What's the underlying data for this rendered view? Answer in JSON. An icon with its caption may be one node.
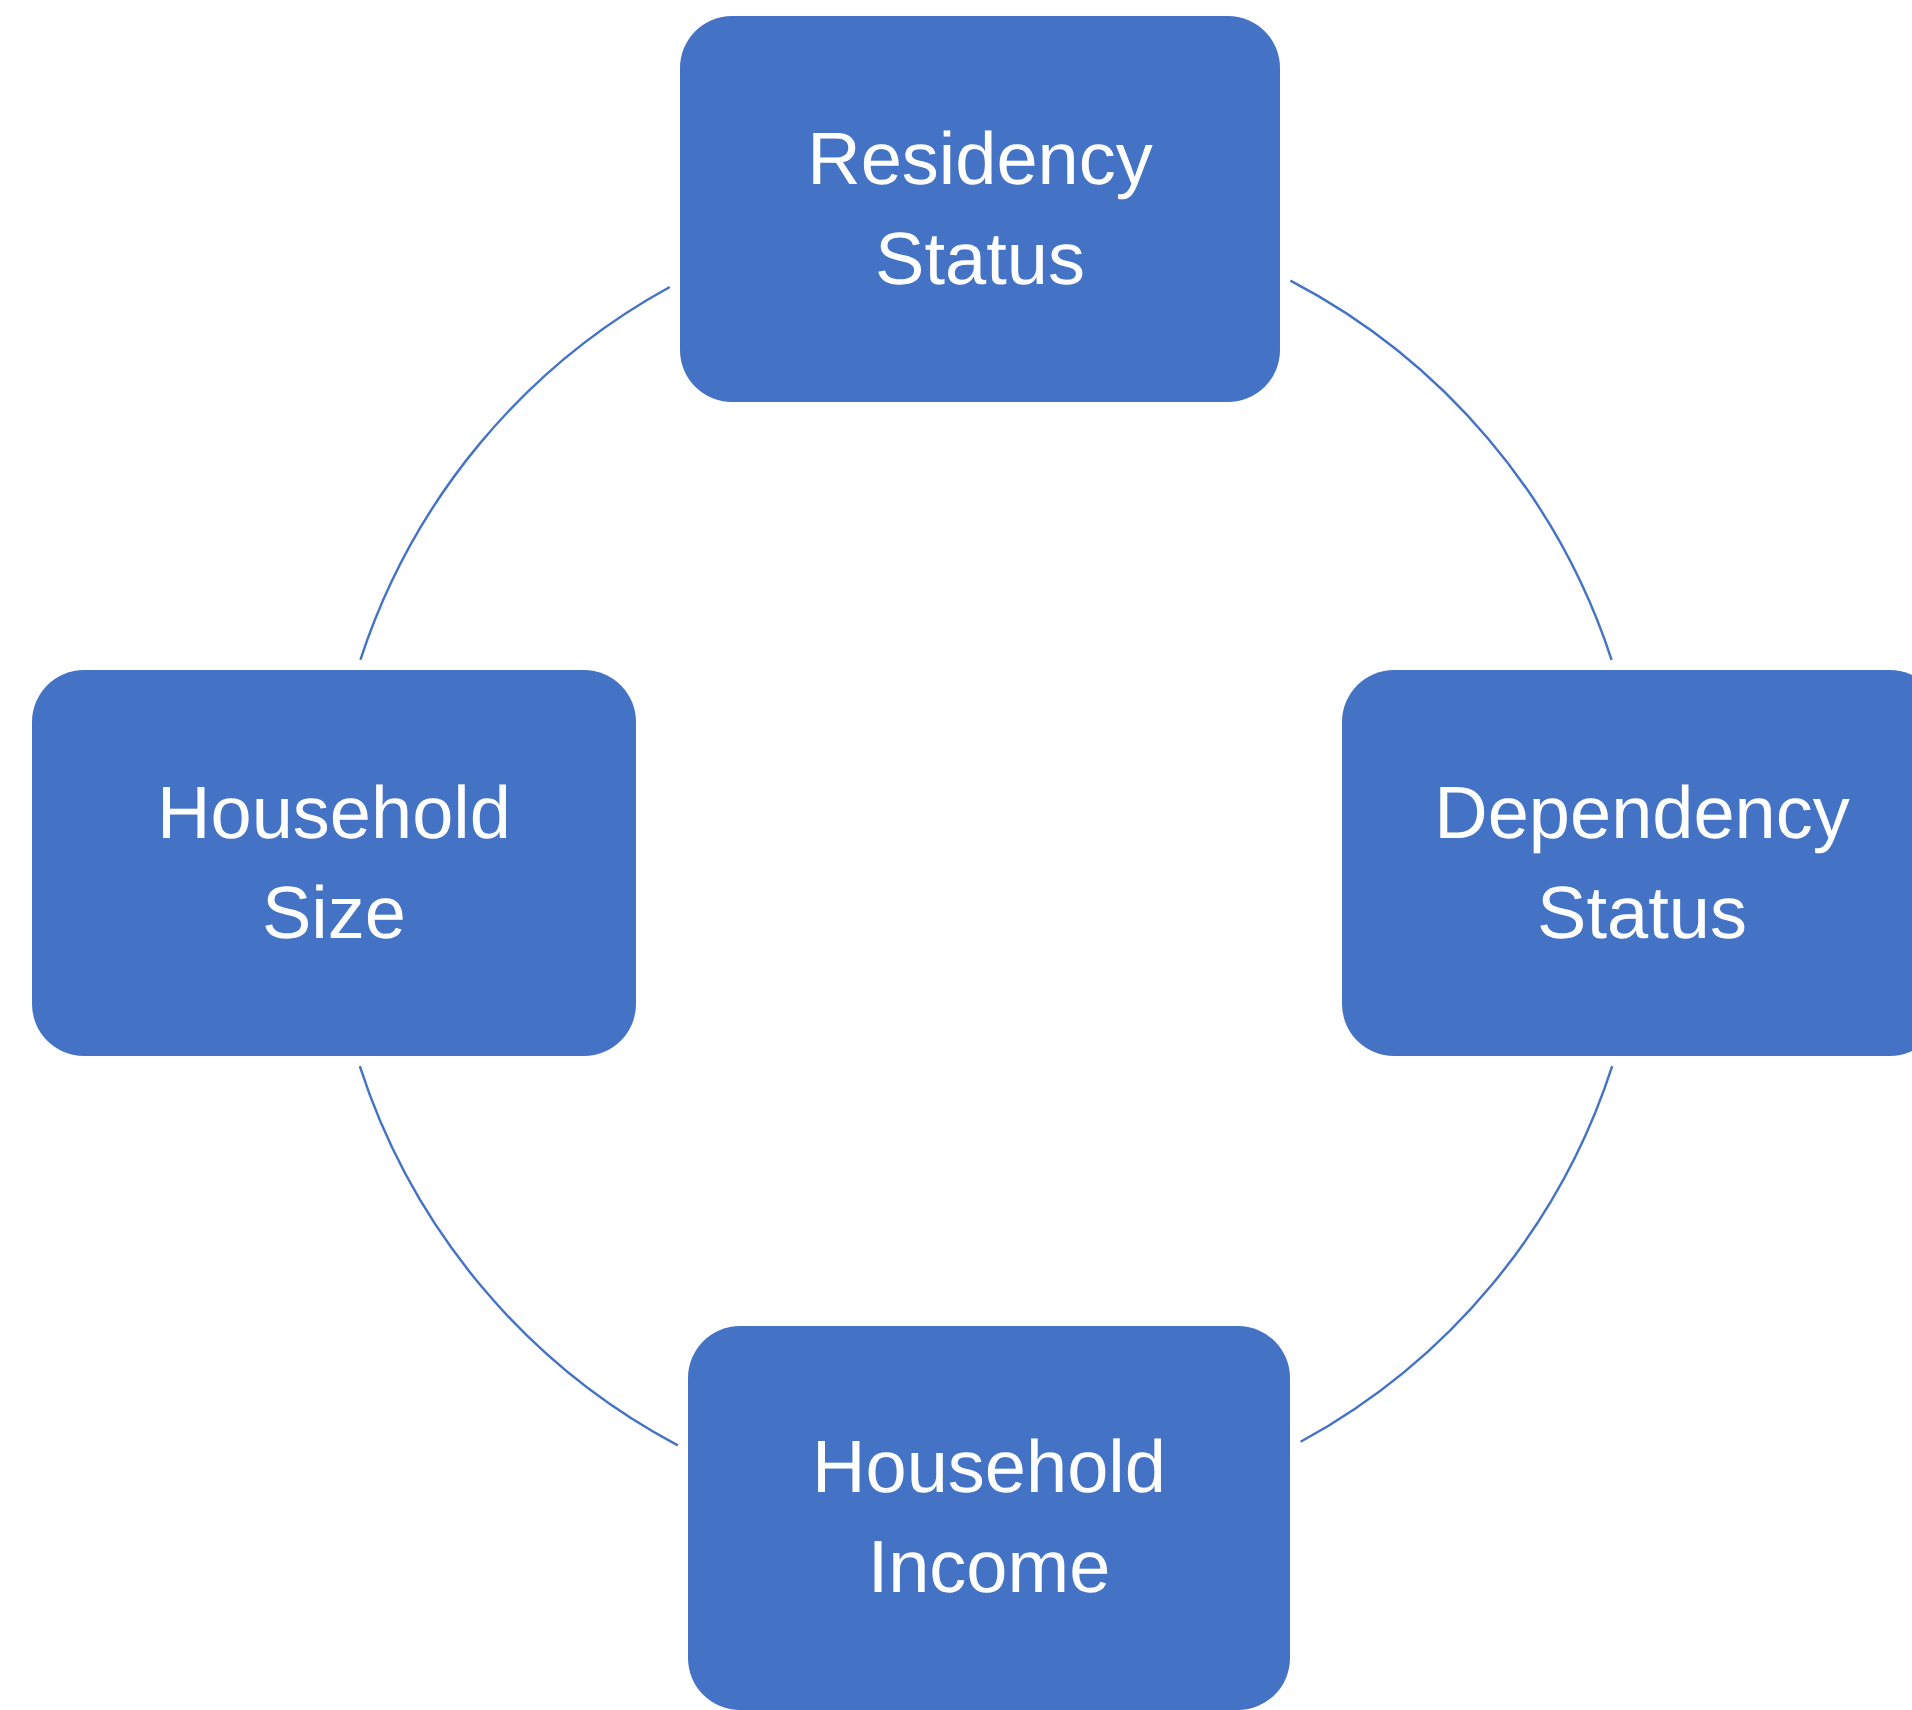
{
  "diagram": {
    "nodes": [
      {
        "text": [
          "Residency Status"
        ]
      },
      {
        "text": [
          "Household Size"
        ]
      },
      {
        "text": [
          "Dependency Status"
        ]
      },
      {
        "text": [
          "Household Income"
        ]
      }
    ],
    "edges": [
      {
        "from": 0,
        "to": 2,
        "arrow": "none"
      },
      {
        "from": 2,
        "to": 3,
        "arrow": "none"
      },
      {
        "from": 3,
        "to": 1,
        "arrow": "none"
      },
      {
        "from": 1,
        "to": 0,
        "arrow": "none"
      }
    ]
  }
}
